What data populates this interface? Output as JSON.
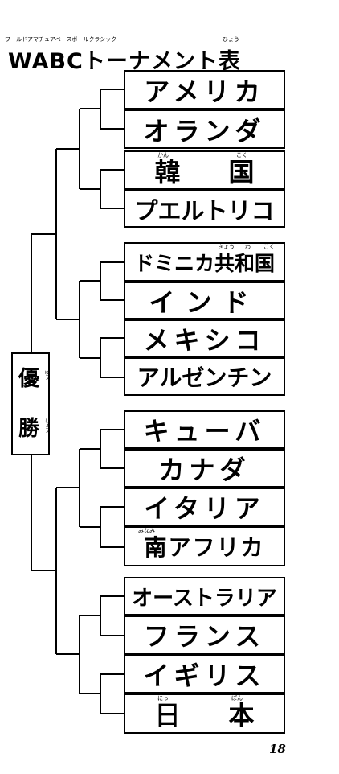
{
  "title": {
    "ruby": "ワールドアマチュアベースボールクラシック",
    "ruby_hyo": "ひょう",
    "text": "WABCトーナメント表"
  },
  "teams": [
    {
      "name": "アメリカ"
    },
    {
      "name": "オランダ"
    },
    {
      "name": "韓国",
      "ruby": [
        "かん",
        "こく"
      ]
    },
    {
      "name": "プエルトリコ"
    },
    {
      "name": "ドミニカ共和国",
      "ruby": [
        "きょう",
        "わ",
        "こく"
      ]
    },
    {
      "name": "インド"
    },
    {
      "name": "メキシコ"
    },
    {
      "name": "アルゼンチン"
    },
    {
      "name": "キューバ"
    },
    {
      "name": "カナダ"
    },
    {
      "name": "イタリア"
    },
    {
      "name": "南アフリカ",
      "ruby": [
        "みなみ"
      ]
    },
    {
      "name": "オーストラリア"
    },
    {
      "name": "フランス"
    },
    {
      "name": "イギリス"
    },
    {
      "name": "日本",
      "ruby": [
        "にっ",
        "ぽん"
      ]
    }
  ],
  "winner": {
    "chars": [
      "優",
      "勝"
    ],
    "ruby": [
      "ゆう",
      "しょう"
    ]
  },
  "page_number": "18"
}
